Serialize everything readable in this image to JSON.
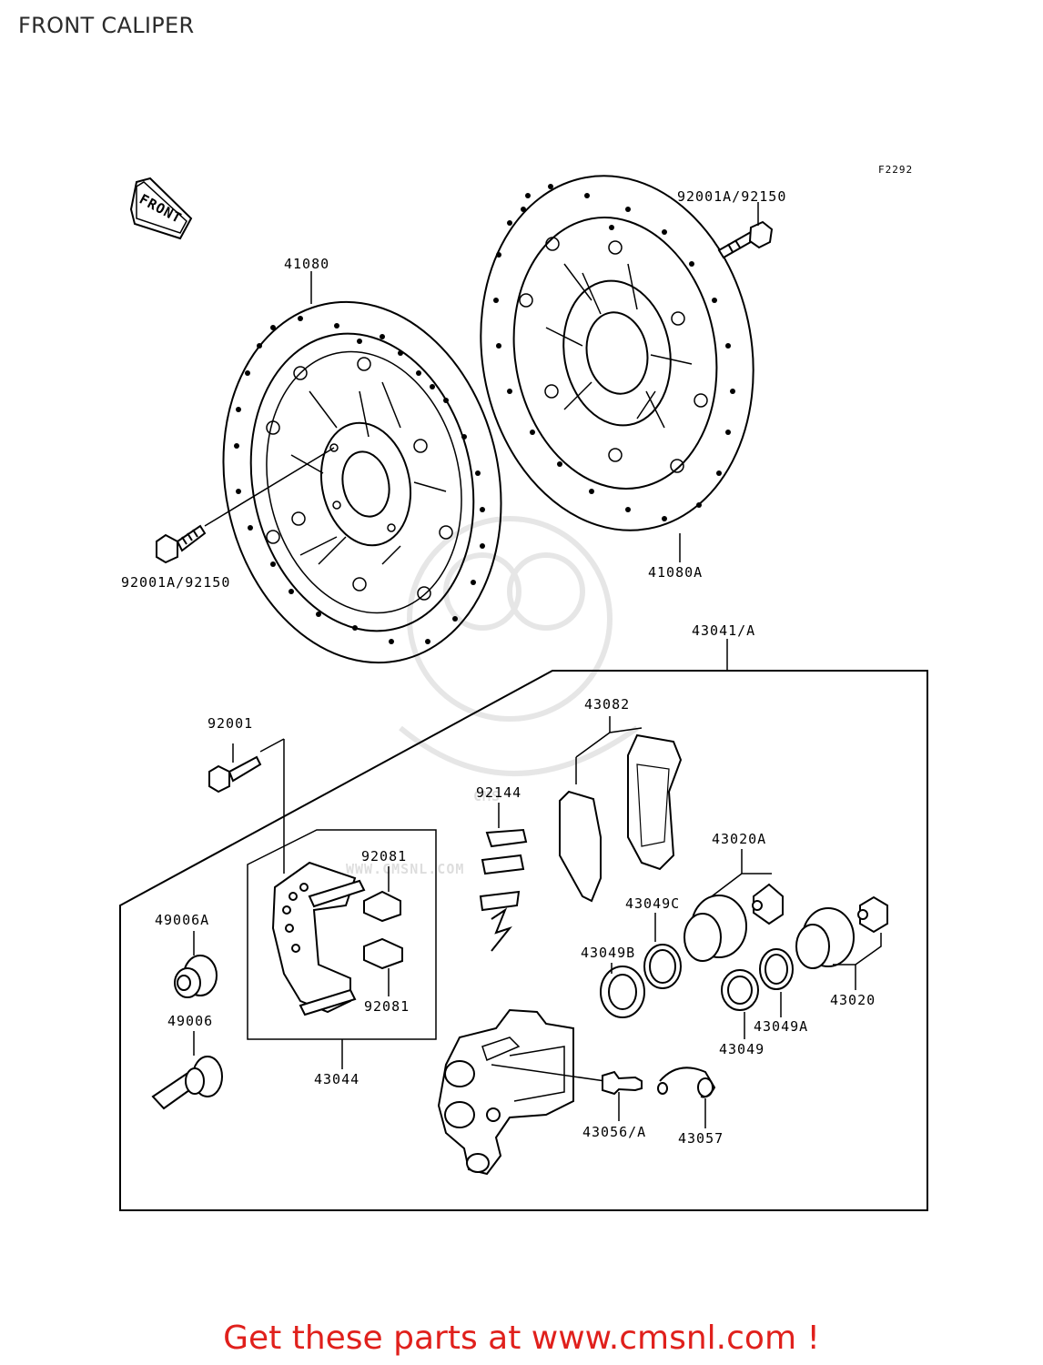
{
  "title": "FRONT CALIPER",
  "figure_code": "F2292",
  "front_label": "FRONT",
  "watermark": {
    "text": "CMS",
    "url": "WWW.CMSNL.COM"
  },
  "labels": {
    "disc_left": "41080",
    "disc_right": "41080A",
    "bolt_left": "92001A/92150",
    "bolt_right": "92001A/92150",
    "caliper_assy": "43041/A",
    "pads": "43082",
    "bolt_92001": "92001",
    "spring_92144": "92144",
    "clip_upper": "92081",
    "clip_lower": "92081",
    "piston_a": "43020A",
    "seal_c": "43049C",
    "seal_b": "43049B",
    "boot_49006a": "49006A",
    "pin_49006": "49006",
    "bracket_assy": "43044",
    "piston": "43020",
    "seal_a": "43049A",
    "seal": "43049",
    "bleeder": "43056/A",
    "cap": "43057"
  },
  "footer": "Get these parts at www.cmsnl.com !"
}
